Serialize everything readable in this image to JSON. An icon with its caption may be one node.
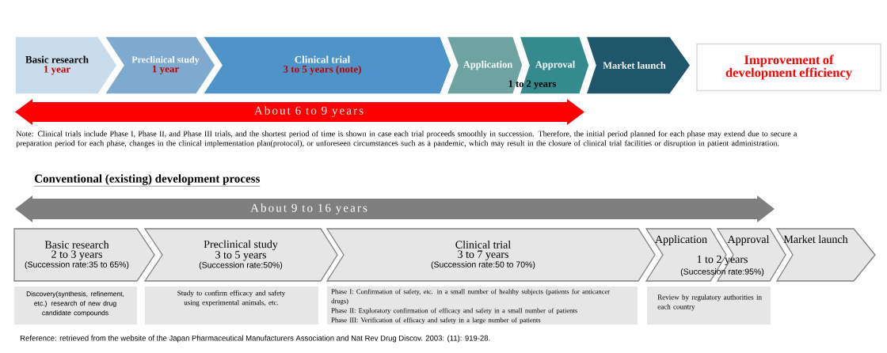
{
  "diagram": {
    "nodes": [
      {
        "text": [
          "Basic research",
          "1 year"
        ]
      },
      {
        "text": [
          "Preclinical  study",
          "1 year"
        ]
      },
      {
        "text": [
          "Clinical trial",
          "3 to 5 years (note)"
        ]
      },
      {
        "text": [
          "Application"
        ]
      },
      {
        "text": [
          "Approval"
        ]
      },
      {
        "text": [
          "Market launch"
        ]
      },
      {
        "text": [
          "Improvement of development efficiency"
        ]
      },
      {
        "text": [
          "About 6 to 9 years"
        ]
      },
      {
        "text": [
          "About 9 to 16 years"
        ]
      },
      {
        "text": [
          "Basic research",
          "2 to 3 years",
          "(Succession rate:35 to 65%)"
        ]
      },
      {
        "text": [
          "Preclinical study",
          "3 to 5 years",
          "(Succession rate:50%)"
        ]
      },
      {
        "text": [
          "Clinical trial",
          "3 to 7 years",
          "(Succession rate:50 to 70%)"
        ]
      },
      {
        "text": [
          "Application"
        ]
      },
      {
        "text": [
          "Approval"
        ]
      },
      {
        "text": [
          "Market launch"
        ]
      },
      {
        "text": [
          "Discovery(synthesis, refinement, etc.) research of new drug candidate compounds"
        ]
      },
      {
        "text": [
          "Study to confirm efficacy and safety using experimental animals, etc."
        ]
      },
      {
        "text": [
          "Phase I: Confirmation of safety, etc. in a small number of healthy subjects (patients for anticancer drugs)",
          "Phase II: Exploratory confirmation of efficacy and safety in a small number of patients",
          "Phase III: Verification of efficacy and safety in a large number of patients"
        ]
      },
      {
        "text": [
          "Review by regulatory authorities in each country"
        ]
      }
    ],
    "labels": [
      "1 to 2 years",
      "Note: Clinical trials include Phase I, Phase II, and Phase III trials, and the shortest period of time is shown in case each trial proceeds smoothly in succession. Therefore, the initial period planned for each phase may extend due to secure a preparation period for each phase, changes in the clinical implementation plan(protocol), or unforeseen circumstances such as a pandemic, which may result in the closure of clinical trial facilities or disruption in patient administration.",
      "Conventional (existing) development process",
      "1 to 2 years",
      "(Succession rate:95%)",
      "Reference: retrieved from the website of the Japan Pharmaceutical Manufacturers Association and Nat Rev Drug Discov. 2003: (11): 919-28."
    ]
  }
}
